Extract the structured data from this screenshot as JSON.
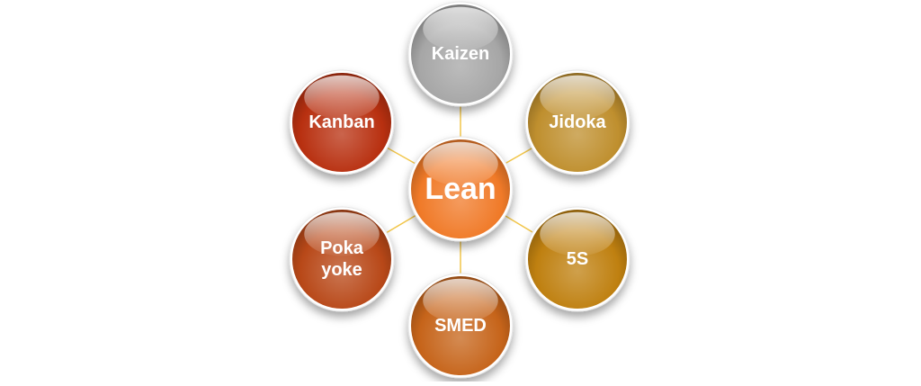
{
  "diagram": {
    "center": {
      "label": "Lean",
      "color": "#F07A28"
    },
    "nodes": [
      {
        "id": "kaizen",
        "lines": [
          "Kaizen"
        ],
        "color": "#A6A6A6"
      },
      {
        "id": "jidoka",
        "lines": [
          "Jidoka"
        ],
        "color": "#BF8F2E"
      },
      {
        "id": "5s",
        "lines": [
          "5S"
        ],
        "color": "#BF8010"
      },
      {
        "id": "smed",
        "lines": [
          "SMED"
        ],
        "color": "#C6641A"
      },
      {
        "id": "poka-yoke",
        "lines": [
          "Poka",
          "yoke"
        ],
        "color": "#B84818"
      },
      {
        "id": "kanban",
        "lines": [
          "Kanban"
        ],
        "color": "#B83010"
      }
    ],
    "connector_color": "#F2C64A"
  }
}
